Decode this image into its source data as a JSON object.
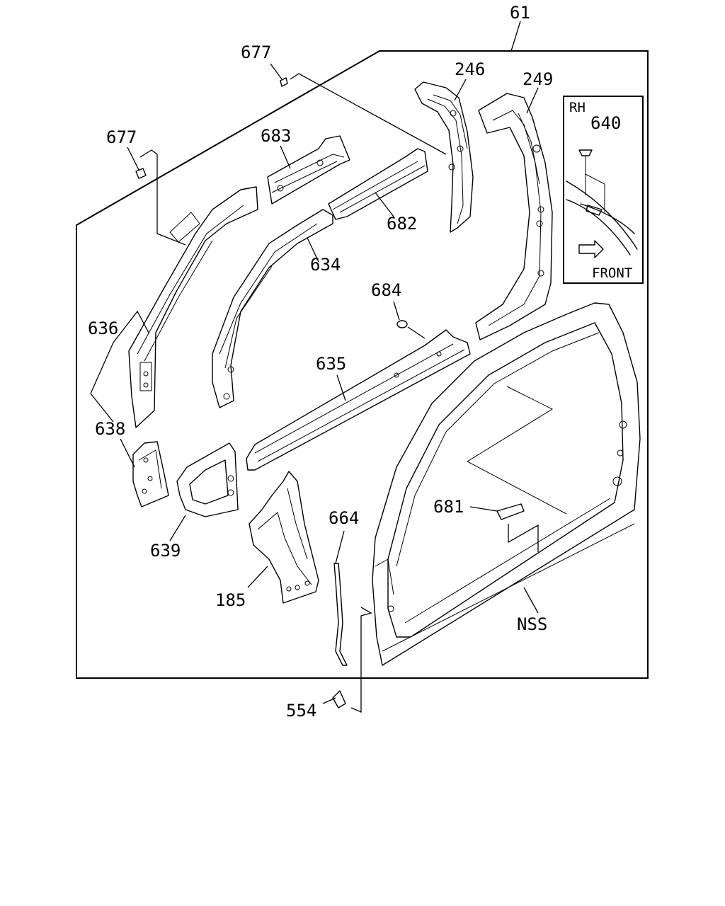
{
  "callouts": {
    "c61": "61",
    "c677a": "677",
    "c677b": "677",
    "c246": "246",
    "c249": "249",
    "c683": "683",
    "c682": "682",
    "c634": "634",
    "c684": "684",
    "c636": "636",
    "c635": "635",
    "c638": "638",
    "c681": "681",
    "c639": "639",
    "c664": "664",
    "c185": "185",
    "cNSS": "NSS",
    "c554": "554"
  },
  "inset": {
    "side": "RH",
    "part": "640",
    "direction": "FRONT"
  }
}
